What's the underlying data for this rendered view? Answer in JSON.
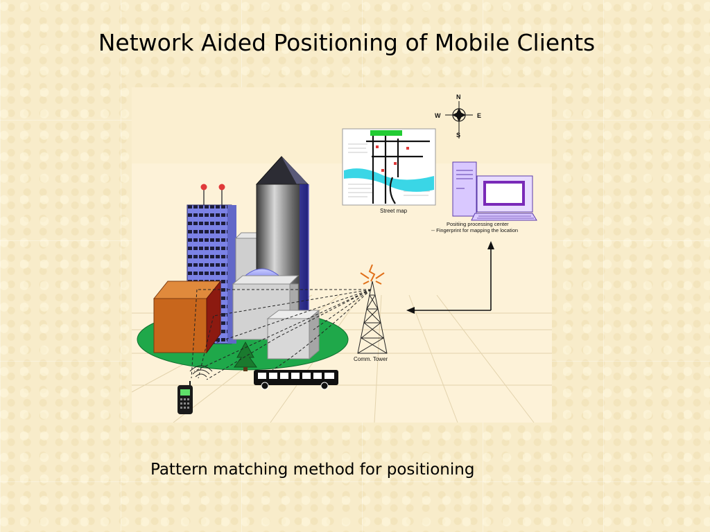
{
  "slide": {
    "title": "Network Aided Positioning of Mobile Clients",
    "caption": "Pattern matching method for positioning"
  },
  "figure": {
    "compass": {
      "north": "N",
      "south": "S",
      "east": "E",
      "west": "W"
    },
    "street_map_label": "Street map",
    "center_label_line1": "Positiing processing center",
    "center_label_line2": "-- Fingerprint for mapping the location",
    "tower_label": "Comm. Tower"
  },
  "colors": {
    "background": "#f7e9c3",
    "ground_ellipse": "#1fa84a",
    "orange_building": "#c8661c",
    "tower_blue": "#5a64d8",
    "monitor_purple": "#7a2ab8"
  }
}
